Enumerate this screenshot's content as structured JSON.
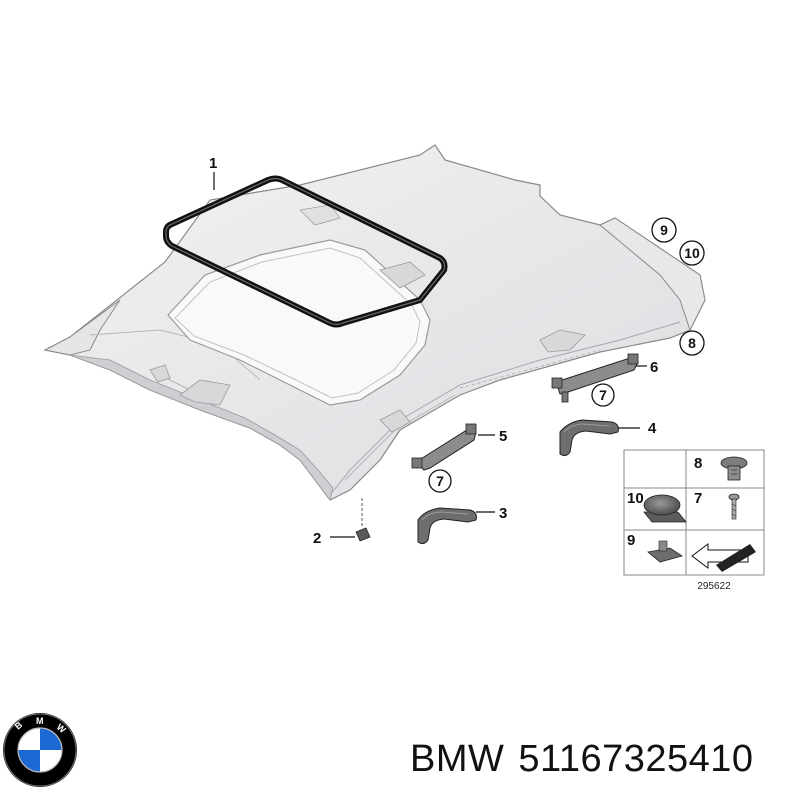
{
  "diagram": {
    "callouts": {
      "c1": "1",
      "c2": "2",
      "c3": "3",
      "c4": "4",
      "c5": "5",
      "c6": "6",
      "c7a": "7",
      "c7b": "7",
      "c8": "8",
      "c9": "9",
      "c10": "10"
    },
    "legend": {
      "items": [
        "8",
        "10",
        "7",
        "9"
      ],
      "drawing_number": "295622"
    }
  },
  "caption": {
    "brand": "BMW",
    "part_number": "51167325410"
  },
  "logo": {
    "letters": "BMW",
    "colors": {
      "blue": "#1c69d4",
      "white": "#ffffff",
      "black": "#000000"
    }
  }
}
